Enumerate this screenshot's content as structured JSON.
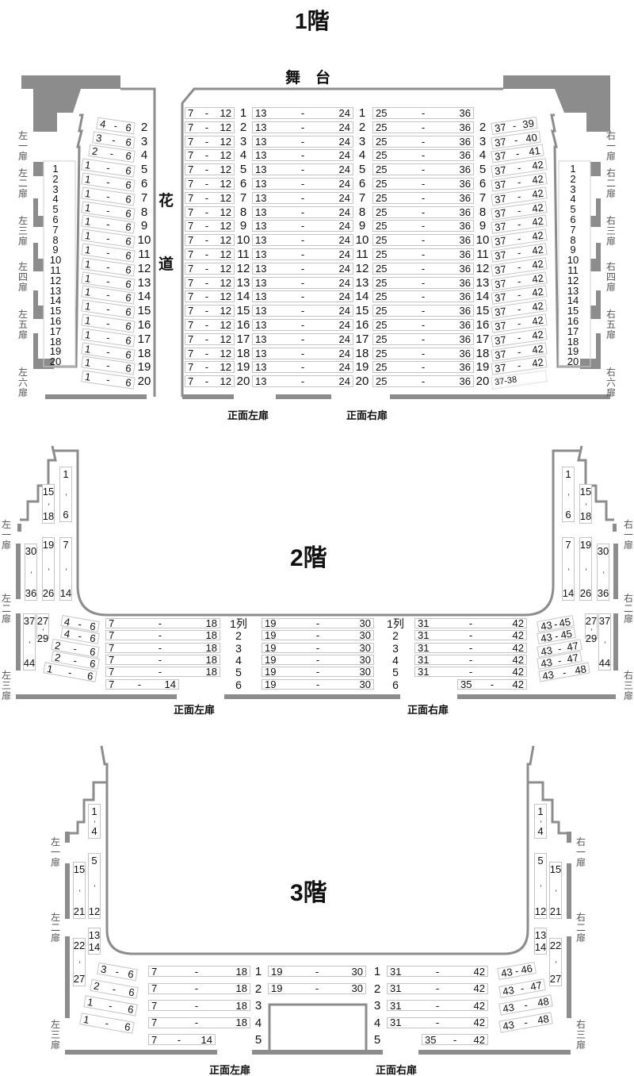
{
  "separator": "-",
  "floor1": {
    "title": "1階",
    "stage": "舞　台",
    "hanamichi": [
      "花",
      "道"
    ],
    "rows": [
      {
        "label": "1",
        "a": {
          "from": "7",
          "to": "12"
        },
        "b": {
          "from": "13",
          "to": "24"
        },
        "c": {
          "from": "25",
          "to": "36"
        }
      },
      {
        "label": "2",
        "a": {
          "from": "7",
          "to": "12"
        },
        "b": {
          "from": "13",
          "to": "24"
        },
        "c": {
          "from": "25",
          "to": "36"
        }
      },
      {
        "label": "3",
        "a": {
          "from": "7",
          "to": "12"
        },
        "b": {
          "from": "13",
          "to": "24"
        },
        "c": {
          "from": "25",
          "to": "36"
        }
      },
      {
        "label": "4",
        "a": {
          "from": "7",
          "to": "12"
        },
        "b": {
          "from": "13",
          "to": "24"
        },
        "c": {
          "from": "25",
          "to": "36"
        }
      },
      {
        "label": "5",
        "a": {
          "from": "7",
          "to": "12"
        },
        "b": {
          "from": "13",
          "to": "24"
        },
        "c": {
          "from": "25",
          "to": "36"
        }
      },
      {
        "label": "6",
        "a": {
          "from": "7",
          "to": "12"
        },
        "b": {
          "from": "13",
          "to": "24"
        },
        "c": {
          "from": "25",
          "to": "36"
        }
      },
      {
        "label": "7",
        "a": {
          "from": "7",
          "to": "12"
        },
        "b": {
          "from": "13",
          "to": "24"
        },
        "c": {
          "from": "25",
          "to": "36"
        }
      },
      {
        "label": "8",
        "a": {
          "from": "7",
          "to": "12"
        },
        "b": {
          "from": "13",
          "to": "24"
        },
        "c": {
          "from": "25",
          "to": "36"
        }
      },
      {
        "label": "9",
        "a": {
          "from": "7",
          "to": "12"
        },
        "b": {
          "from": "13",
          "to": "24"
        },
        "c": {
          "from": "25",
          "to": "36"
        }
      },
      {
        "label": "10",
        "a": {
          "from": "7",
          "to": "12"
        },
        "b": {
          "from": "13",
          "to": "24"
        },
        "c": {
          "from": "25",
          "to": "36"
        }
      },
      {
        "label": "11",
        "a": {
          "from": "7",
          "to": "12"
        },
        "b": {
          "from": "13",
          "to": "24"
        },
        "c": {
          "from": "25",
          "to": "36"
        }
      },
      {
        "label": "12",
        "a": {
          "from": "7",
          "to": "12"
        },
        "b": {
          "from": "13",
          "to": "24"
        },
        "c": {
          "from": "25",
          "to": "36"
        }
      },
      {
        "label": "13",
        "a": {
          "from": "7",
          "to": "12"
        },
        "b": {
          "from": "13",
          "to": "24"
        },
        "c": {
          "from": "25",
          "to": "36"
        }
      },
      {
        "label": "14",
        "a": {
          "from": "7",
          "to": "12"
        },
        "b": {
          "from": "13",
          "to": "24"
        },
        "c": {
          "from": "25",
          "to": "36"
        }
      },
      {
        "label": "15",
        "a": {
          "from": "7",
          "to": "12"
        },
        "b": {
          "from": "13",
          "to": "24"
        },
        "c": {
          "from": "25",
          "to": "36"
        }
      },
      {
        "label": "16",
        "a": {
          "from": "7",
          "to": "12"
        },
        "b": {
          "from": "13",
          "to": "24"
        },
        "c": {
          "from": "25",
          "to": "36"
        }
      },
      {
        "label": "17",
        "a": {
          "from": "7",
          "to": "12"
        },
        "b": {
          "from": "13",
          "to": "24"
        },
        "c": {
          "from": "25",
          "to": "36"
        }
      },
      {
        "label": "18",
        "a": {
          "from": "7",
          "to": "12"
        },
        "b": {
          "from": "13",
          "to": "24"
        },
        "c": {
          "from": "25",
          "to": "36"
        }
      },
      {
        "label": "19",
        "a": {
          "from": "7",
          "to": "12"
        },
        "b": {
          "from": "13",
          "to": "24"
        },
        "c": {
          "from": "25",
          "to": "36"
        }
      },
      {
        "label": "20",
        "a": {
          "from": "7",
          "to": "12"
        },
        "b": {
          "from": "13",
          "to": "24"
        },
        "c": {
          "from": "25",
          "to": "36"
        }
      }
    ],
    "left_wing": [
      {
        "row": "2",
        "from": "4",
        "to": "6"
      },
      {
        "row": "3",
        "from": "3",
        "to": "6"
      },
      {
        "row": "4",
        "from": "2",
        "to": "6"
      },
      {
        "row": "5",
        "from": "1",
        "to": "6"
      },
      {
        "row": "6",
        "from": "1",
        "to": "6"
      },
      {
        "row": "7",
        "from": "1",
        "to": "6"
      },
      {
        "row": "8",
        "from": "1",
        "to": "6"
      },
      {
        "row": "9",
        "from": "1",
        "to": "6"
      },
      {
        "row": "10",
        "from": "1",
        "to": "6"
      },
      {
        "row": "11",
        "from": "1",
        "to": "6"
      },
      {
        "row": "12",
        "from": "1",
        "to": "6"
      },
      {
        "row": "13",
        "from": "1",
        "to": "6"
      },
      {
        "row": "14",
        "from": "1",
        "to": "6"
      },
      {
        "row": "15",
        "from": "1",
        "to": "6"
      },
      {
        "row": "16",
        "from": "1",
        "to": "6"
      },
      {
        "row": "17",
        "from": "1",
        "to": "6"
      },
      {
        "row": "18",
        "from": "1",
        "to": "6"
      },
      {
        "row": "19",
        "from": "1",
        "to": "6"
      },
      {
        "row": "20",
        "from": "1",
        "to": "6"
      }
    ],
    "right_wing": [
      {
        "row": "2",
        "from": "37",
        "to": "39"
      },
      {
        "row": "3",
        "from": "37",
        "to": "40"
      },
      {
        "row": "4",
        "from": "37",
        "to": "41"
      },
      {
        "row": "5",
        "from": "37",
        "to": "42"
      },
      {
        "row": "6",
        "from": "37",
        "to": "42"
      },
      {
        "row": "7",
        "from": "37",
        "to": "42"
      },
      {
        "row": "8",
        "from": "37",
        "to": "42"
      },
      {
        "row": "9",
        "from": "37",
        "to": "42"
      },
      {
        "row": "10",
        "from": "37",
        "to": "42"
      },
      {
        "row": "11",
        "from": "37",
        "to": "42"
      },
      {
        "row": "12",
        "from": "37",
        "to": "42"
      },
      {
        "row": "13",
        "from": "37",
        "to": "42"
      },
      {
        "row": "14",
        "from": "37",
        "to": "42"
      },
      {
        "row": "15",
        "from": "37",
        "to": "42"
      },
      {
        "row": "16",
        "from": "37",
        "to": "42"
      },
      {
        "row": "17",
        "from": "37",
        "to": "42"
      },
      {
        "row": "18",
        "from": "37",
        "to": "42"
      },
      {
        "row": "19",
        "from": "37",
        "to": "42"
      },
      {
        "row": "20",
        "from": "37",
        "to": "38"
      }
    ],
    "side_numbers": [
      "1",
      "2",
      "3",
      "4",
      "5",
      "6",
      "7",
      "8",
      "9",
      "10",
      "11",
      "12",
      "13",
      "14",
      "15",
      "16",
      "17",
      "18",
      "19",
      "20"
    ],
    "doors_left": [
      "左一扉",
      "左二扉",
      "左三扉",
      "左四扉",
      "左五扉",
      "左六扉"
    ],
    "doors_right": [
      "右一扉",
      "右二扉",
      "右三扉",
      "右四扉",
      "右五扉",
      "右六扉"
    ],
    "front_doors": [
      "正面左扉",
      "正面右扉"
    ]
  },
  "floor2": {
    "title": "2階",
    "left_columns": [
      {
        "from": "1",
        "to": "6"
      },
      {
        "from": "15",
        "to": "18"
      },
      {
        "from": "7",
        "to": "14"
      },
      {
        "from": "19",
        "to": "26"
      },
      {
        "from": "30",
        "to": "36"
      },
      {
        "from": "27",
        "to": "29"
      },
      {
        "from": "37",
        "to": "44"
      }
    ],
    "right_columns": [
      {
        "from": "1",
        "to": "6"
      },
      {
        "from": "15",
        "to": "18"
      },
      {
        "from": "7",
        "to": "14"
      },
      {
        "from": "19",
        "to": "26"
      },
      {
        "from": "30",
        "to": "36"
      },
      {
        "from": "27",
        "to": "29"
      },
      {
        "from": "37",
        "to": "44"
      }
    ],
    "left_wing": [
      {
        "from": "4",
        "to": "6"
      },
      {
        "from": "4",
        "to": "6"
      },
      {
        "from": "2",
        "to": "6"
      },
      {
        "from": "2",
        "to": "6"
      },
      {
        "from": "1",
        "to": "6"
      }
    ],
    "right_wing": [
      {
        "from": "43",
        "to": "45"
      },
      {
        "from": "43",
        "to": "45"
      },
      {
        "from": "43",
        "to": "47"
      },
      {
        "from": "43",
        "to": "47"
      },
      {
        "from": "43",
        "to": "48"
      }
    ],
    "row_labels": [
      "1列",
      "2",
      "3",
      "4",
      "5",
      "6"
    ],
    "left_block": [
      {
        "from": "7",
        "to": "18"
      },
      {
        "from": "7",
        "to": "18"
      },
      {
        "from": "7",
        "to": "18"
      },
      {
        "from": "7",
        "to": "18"
      },
      {
        "from": "7",
        "to": "18"
      },
      {
        "from": "7",
        "to": "14"
      }
    ],
    "mid_block": [
      {
        "from": "19",
        "to": "30"
      },
      {
        "from": "19",
        "to": "30"
      },
      {
        "from": "19",
        "to": "30"
      },
      {
        "from": "19",
        "to": "30"
      },
      {
        "from": "19",
        "to": "30"
      },
      {
        "from": "19",
        "to": "30"
      }
    ],
    "right_block": [
      {
        "from": "31",
        "to": "42"
      },
      {
        "from": "31",
        "to": "42"
      },
      {
        "from": "31",
        "to": "42"
      },
      {
        "from": "31",
        "to": "42"
      },
      {
        "from": "31",
        "to": "42"
      },
      {
        "from": "35",
        "to": "42"
      }
    ],
    "doors_left": [
      "左一扉",
      "左二扉",
      "左三扉"
    ],
    "doors_right": [
      "右一扉",
      "右二扉",
      "右三扉"
    ],
    "front_doors": [
      "正面左扉",
      "正面右扉"
    ]
  },
  "floor3": {
    "title": "3階",
    "left_columns": [
      {
        "from": "1",
        "to": "4"
      },
      {
        "from": "5",
        "to": "12"
      },
      {
        "from": "15",
        "to": "21"
      },
      {
        "from": "13",
        "to": "14"
      },
      {
        "from": "22",
        "to": "27"
      }
    ],
    "right_columns": [
      {
        "from": "1",
        "to": "4"
      },
      {
        "from": "5",
        "to": "12"
      },
      {
        "from": "15",
        "to": "21"
      },
      {
        "from": "13",
        "to": "14"
      },
      {
        "from": "22",
        "to": "27"
      }
    ],
    "left_wing": [
      {
        "from": "3",
        "to": "6"
      },
      {
        "from": "2",
        "to": "6"
      },
      {
        "from": "1",
        "to": "6"
      },
      {
        "from": "1",
        "to": "6"
      }
    ],
    "right_wing": [
      {
        "from": "43",
        "to": "46"
      },
      {
        "from": "43",
        "to": "47"
      },
      {
        "from": "43",
        "to": "48"
      },
      {
        "from": "43",
        "to": "48"
      }
    ],
    "row_labels": [
      "1",
      "2",
      "3",
      "4",
      "5"
    ],
    "left_block": [
      {
        "from": "7",
        "to": "18"
      },
      {
        "from": "7",
        "to": "18"
      },
      {
        "from": "7",
        "to": "18"
      },
      {
        "from": "7",
        "to": "18"
      },
      {
        "from": "7",
        "to": "14"
      }
    ],
    "mid_block": [
      {
        "from": "19",
        "to": "30"
      },
      {
        "from": "19",
        "to": "30"
      }
    ],
    "right_block": [
      {
        "from": "31",
        "to": "42"
      },
      {
        "from": "31",
        "to": "42"
      },
      {
        "from": "31",
        "to": "42"
      },
      {
        "from": "31",
        "to": "42"
      },
      {
        "from": "35",
        "to": "42"
      }
    ],
    "doors_left": [
      "左一扉",
      "左二扉",
      "左三扉"
    ],
    "doors_right": [
      "右一扉",
      "右二扉",
      "右三扉"
    ],
    "front_doors": [
      "正面左扉",
      "正面右扉"
    ]
  },
  "colors": {
    "wall": "#8c8c8c",
    "seat_border": "#c4c4c4",
    "text": "#111111"
  }
}
